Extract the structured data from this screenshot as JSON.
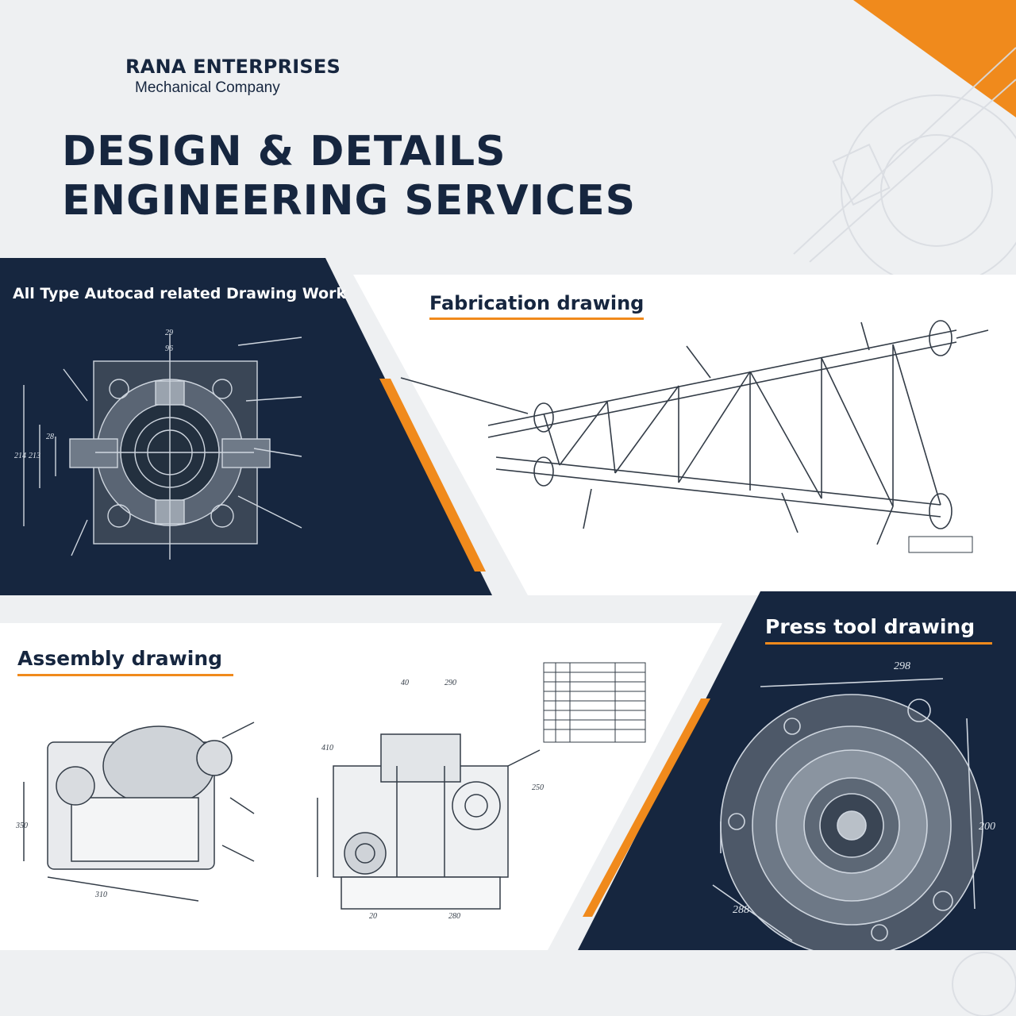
{
  "brand": {
    "name": "RANA ENTERPRISES",
    "tagline": "Mechanical Company"
  },
  "headline": {
    "line1": "DESIGN & DETAILS",
    "line2": "ENGINEERING SERVICES"
  },
  "panels": {
    "autocad": {
      "title": "All Type Autocad related Drawing Work",
      "labels": [
        "29",
        "96",
        "214",
        "213",
        "28"
      ]
    },
    "fabrication": {
      "title": "Fabrication drawing"
    },
    "assembly": {
      "title": "Assembly drawing",
      "labels": [
        "350",
        "310",
        "410",
        "250",
        "290",
        "280",
        "40",
        "20"
      ]
    },
    "press_tool": {
      "title": "Press tool drawing",
      "labels": [
        "298",
        "200",
        "288"
      ]
    }
  },
  "colors": {
    "navy": "#16263f",
    "orange": "#f08a1c",
    "background": "#eef0f2",
    "white": "#ffffff"
  },
  "icons": [
    "orange-corner-triangle",
    "gear-blueprint-icon",
    "truss-drawing-icon",
    "gearbox-drawing-icon",
    "press-disc-drawing-icon"
  ]
}
